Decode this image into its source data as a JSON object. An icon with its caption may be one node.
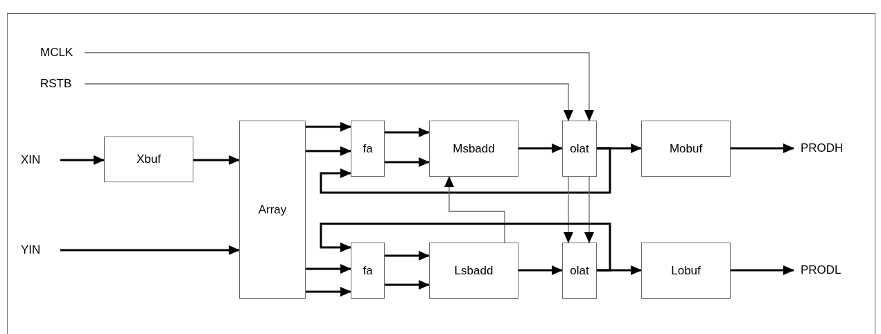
{
  "diagram": {
    "nodes": [
      {
        "text": [
          "MCLK"
        ]
      },
      {
        "text": [
          "RSTB"
        ]
      },
      {
        "text": [
          "XIN"
        ]
      },
      {
        "text": [
          "YIN"
        ]
      },
      {
        "text": [
          "Xbuf"
        ]
      },
      {
        "text": [
          "Array"
        ]
      },
      {
        "text": [
          "fa"
        ]
      },
      {
        "text": [
          "Msbadd"
        ]
      },
      {
        "text": [
          "olat"
        ]
      },
      {
        "text": [
          "Mobuf"
        ]
      },
      {
        "text": [
          "PRODH"
        ]
      },
      {
        "text": [
          "fa"
        ]
      },
      {
        "text": [
          "Lsbadd"
        ]
      },
      {
        "text": [
          "olat"
        ]
      },
      {
        "text": [
          "Lobuf"
        ]
      },
      {
        "text": [
          "PRODL"
        ]
      }
    ],
    "edges": [
      {
        "from": 0,
        "to": 8,
        "arrow": "to",
        "color": "#666666"
      },
      {
        "from": 1,
        "to": 8,
        "arrow": "to",
        "color": "#666666"
      },
      {
        "from": 2,
        "to": 4,
        "arrow": "to"
      },
      {
        "from": 4,
        "to": 5,
        "arrow": "to"
      },
      {
        "from": 3,
        "to": 5,
        "arrow": "to"
      },
      {
        "from": 5,
        "to": 6,
        "arrow": "to"
      },
      {
        "from": 5,
        "to": 6,
        "arrow": "to"
      },
      {
        "from": 6,
        "to": 7,
        "arrow": "to"
      },
      {
        "from": 6,
        "to": 7,
        "arrow": "to"
      },
      {
        "from": 7,
        "to": 8,
        "arrow": "to"
      },
      {
        "from": 8,
        "to": 9,
        "arrow": "to"
      },
      {
        "from": 9,
        "to": 10,
        "arrow": "to"
      },
      {
        "from": 8,
        "to": 6,
        "arrow": "to"
      },
      {
        "from": 8,
        "to": 13,
        "arrow": "to",
        "color": "#666666"
      },
      {
        "from": 8,
        "to": 13,
        "arrow": "to",
        "color": "#666666"
      },
      {
        "from": 12,
        "to": 7,
        "arrow": "to",
        "color": "#666666"
      },
      {
        "from": 5,
        "to": 11,
        "arrow": "to"
      },
      {
        "from": 5,
        "to": 11,
        "arrow": "to"
      },
      {
        "from": 11,
        "to": 12,
        "arrow": "to"
      },
      {
        "from": 11,
        "to": 12,
        "arrow": "to"
      },
      {
        "from": 12,
        "to": 13,
        "arrow": "to"
      },
      {
        "from": 13,
        "to": 14,
        "arrow": "to"
      },
      {
        "from": 14,
        "to": 15,
        "arrow": "to"
      },
      {
        "from": 13,
        "to": 11,
        "arrow": "to"
      }
    ]
  }
}
